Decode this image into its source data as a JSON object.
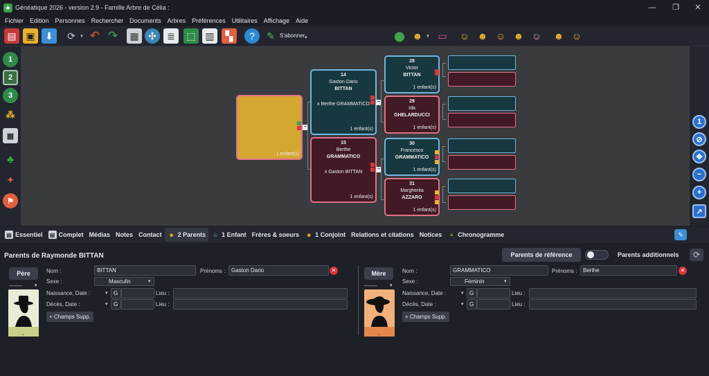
{
  "window": {
    "title": "Généatique 2026 - version 2.9 - Famille Arbre de Célia :",
    "min": "—",
    "max": "❐",
    "close": "✕"
  },
  "menu": [
    "Fichier",
    "Edition",
    "Personnes",
    "Rechercher",
    "Documents",
    "Arbres",
    "Préférences",
    "Utilitaires",
    "Affichage",
    "Aide"
  ],
  "toolbar": {
    "subscribe": "S'abonner"
  },
  "left_tools": [
    "1",
    "2",
    "3"
  ],
  "tree": {
    "root": {
      "kids": "1 enfant(s)"
    },
    "p14": {
      "num": "14",
      "first": "Gaston Dario",
      "last": "BITTAN",
      "spouse": "x Berthe GRAMMATICO",
      "kids": "1 enfant(s)"
    },
    "p15": {
      "num": "15",
      "first": "Berthe",
      "last": "GRAMMATICO",
      "spouse": "x Gaston BITTAN",
      "kids": "1 enfant(s)"
    },
    "p28": {
      "num": "28",
      "first": "Victor",
      "last": "BITTAN",
      "kids": "1 enfant(s)"
    },
    "p29": {
      "num": "29",
      "first": "Ida",
      "last": "GHELARDUCCI",
      "kids": "1 enfant(s)"
    },
    "p30": {
      "num": "30",
      "first": "Francesco",
      "last": "GRAMMATICO",
      "kids": "1 enfant(s)"
    },
    "p31": {
      "num": "31",
      "first": "Margherita",
      "last": "AZZARO",
      "kids": "1 enfant(s)"
    }
  },
  "tabs": [
    {
      "label": "Essentiel"
    },
    {
      "label": "Complet"
    },
    {
      "label": "Médias"
    },
    {
      "label": "Notes"
    },
    {
      "label": "Contact"
    },
    {
      "label": "2 Parents",
      "active": true
    },
    {
      "label": "1 Enfant"
    },
    {
      "label": "Frères & soeurs"
    },
    {
      "label": "1 Conjoint"
    },
    {
      "label": "Relations et citations"
    },
    {
      "label": "Notices"
    },
    {
      "label": "Chronogramme"
    }
  ],
  "detail": {
    "heading": "Parents de Raymonde BITTAN",
    "ref_button": "Parents de référence",
    "additional": "Parents additionnels",
    "father": {
      "button": "Père",
      "select": "-------",
      "nom_label": "Nom :",
      "nom": "BITTAN",
      "prenoms_label": "Prénoms :",
      "prenoms": "Gaston Dario",
      "sexe_label": "Sexe :",
      "sexe": "Masculin",
      "naissance_label": "Naissance, Date :",
      "deces_label": "Décès, Date :",
      "date_prefix": "G",
      "lieu_label": "Lieu :",
      "champs": "+ Champs Supp."
    },
    "mother": {
      "button": "Mère",
      "select": "-------",
      "nom_label": "Nom :",
      "nom": "GRAMMATICO",
      "prenoms_label": "Prénoms :",
      "prenoms": "Berthe",
      "sexe_label": "Sexe :",
      "sexe": "Féminin",
      "naissance_label": "Naissance, Date :",
      "deces_label": "Décès, Date :",
      "date_prefix": "G",
      "lieu_label": "Lieu :",
      "champs": "+ Champs Supp."
    }
  }
}
